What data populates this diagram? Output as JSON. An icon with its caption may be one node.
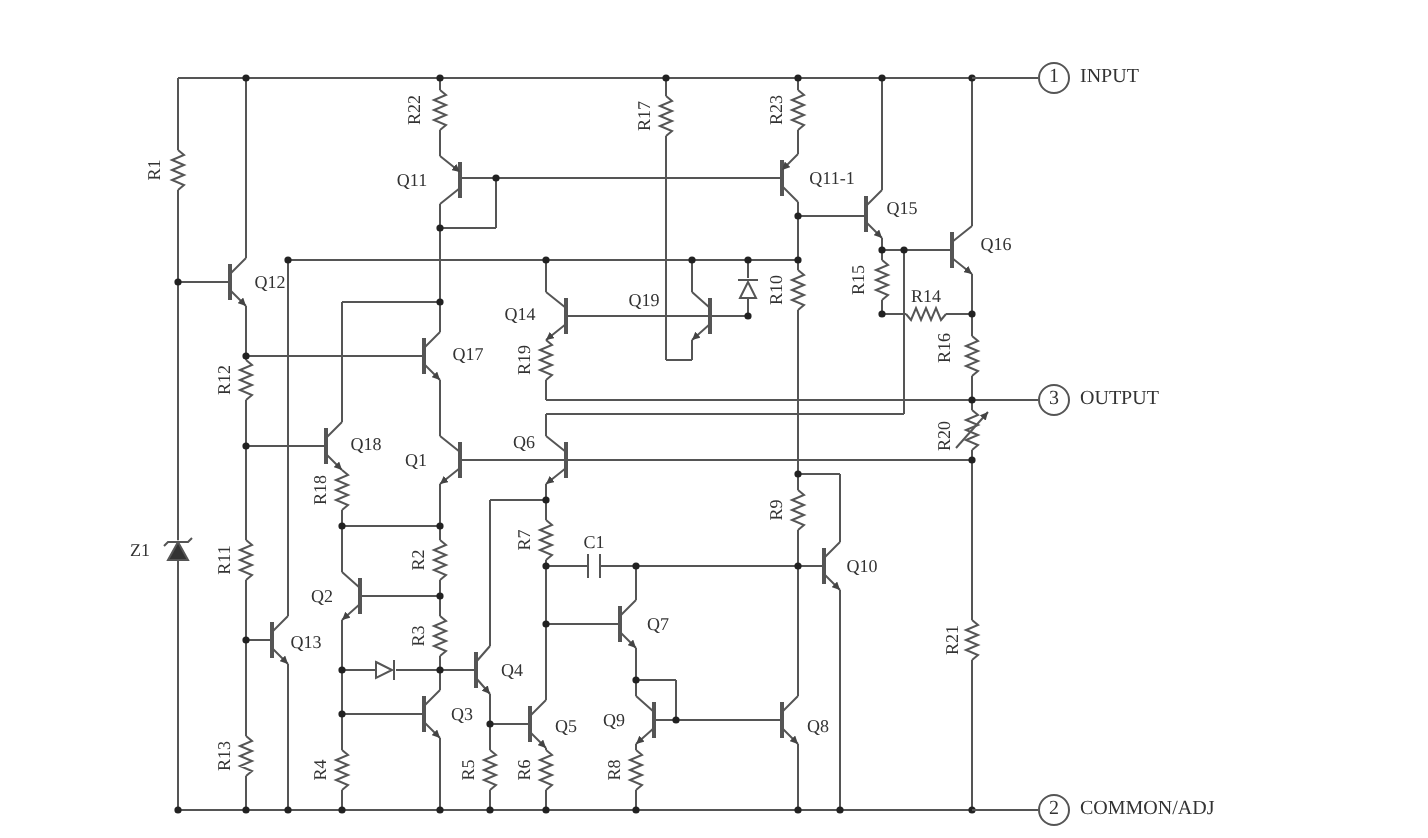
{
  "diagram": {
    "nodes": [
      {
        "text": [
          "1"
        ],
        "beside": [
          "INPUT"
        ]
      },
      {
        "text": [
          "3"
        ],
        "beside": [
          "OUTPUT"
        ]
      },
      {
        "text": [
          "2"
        ],
        "beside": [
          "COMMON/ADJ"
        ]
      }
    ],
    "edges": [
      {
        "from": null,
        "to": 0,
        "arrow": "none"
      },
      {
        "from": null,
        "to": 1,
        "arrow": "none"
      },
      {
        "from": null,
        "to": 2,
        "arrow": "none"
      }
    ],
    "labels": [
      "R22",
      "R17",
      "R23",
      "R1",
      "Q11",
      "Q11-1",
      "Q15",
      "Q16",
      "Q12",
      "R10",
      "R15",
      "R14",
      "Q14",
      "Q19",
      "Q17",
      "R19",
      "R12",
      "R16",
      "R20",
      "Q18",
      "Q1",
      "Q6",
      "R18",
      "R9",
      "R7",
      "C1",
      "Z1",
      "R11",
      "R2",
      "Q10",
      "Q2",
      "Q7",
      "Q13",
      "R3",
      "R21",
      "Q4",
      "Q3",
      "Q5",
      "Q9",
      "Q8",
      "R13",
      "R4",
      "R5",
      "R6",
      "R8"
    ]
  }
}
